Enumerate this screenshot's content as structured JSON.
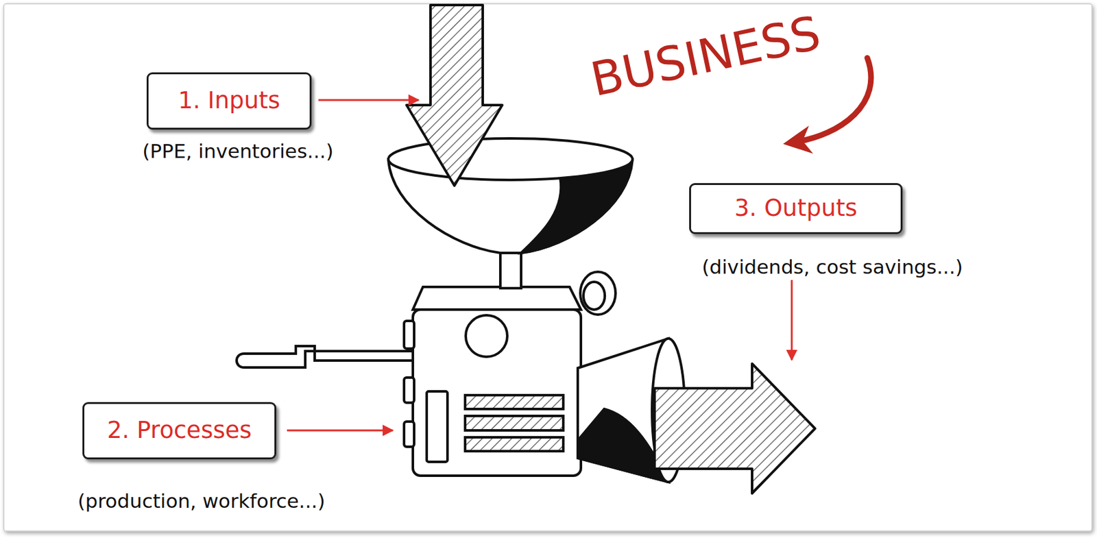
{
  "diagram": {
    "title": "BUSINESS",
    "nodes": [
      {
        "text": [
          "1. Inputs",
          "(PPE, inventories...)"
        ]
      },
      {
        "text": [
          "2. Processes",
          "(production, workforce...)"
        ]
      },
      {
        "text": [
          "3. Outputs",
          "(dividends, cost savings...)"
        ]
      }
    ]
  }
}
